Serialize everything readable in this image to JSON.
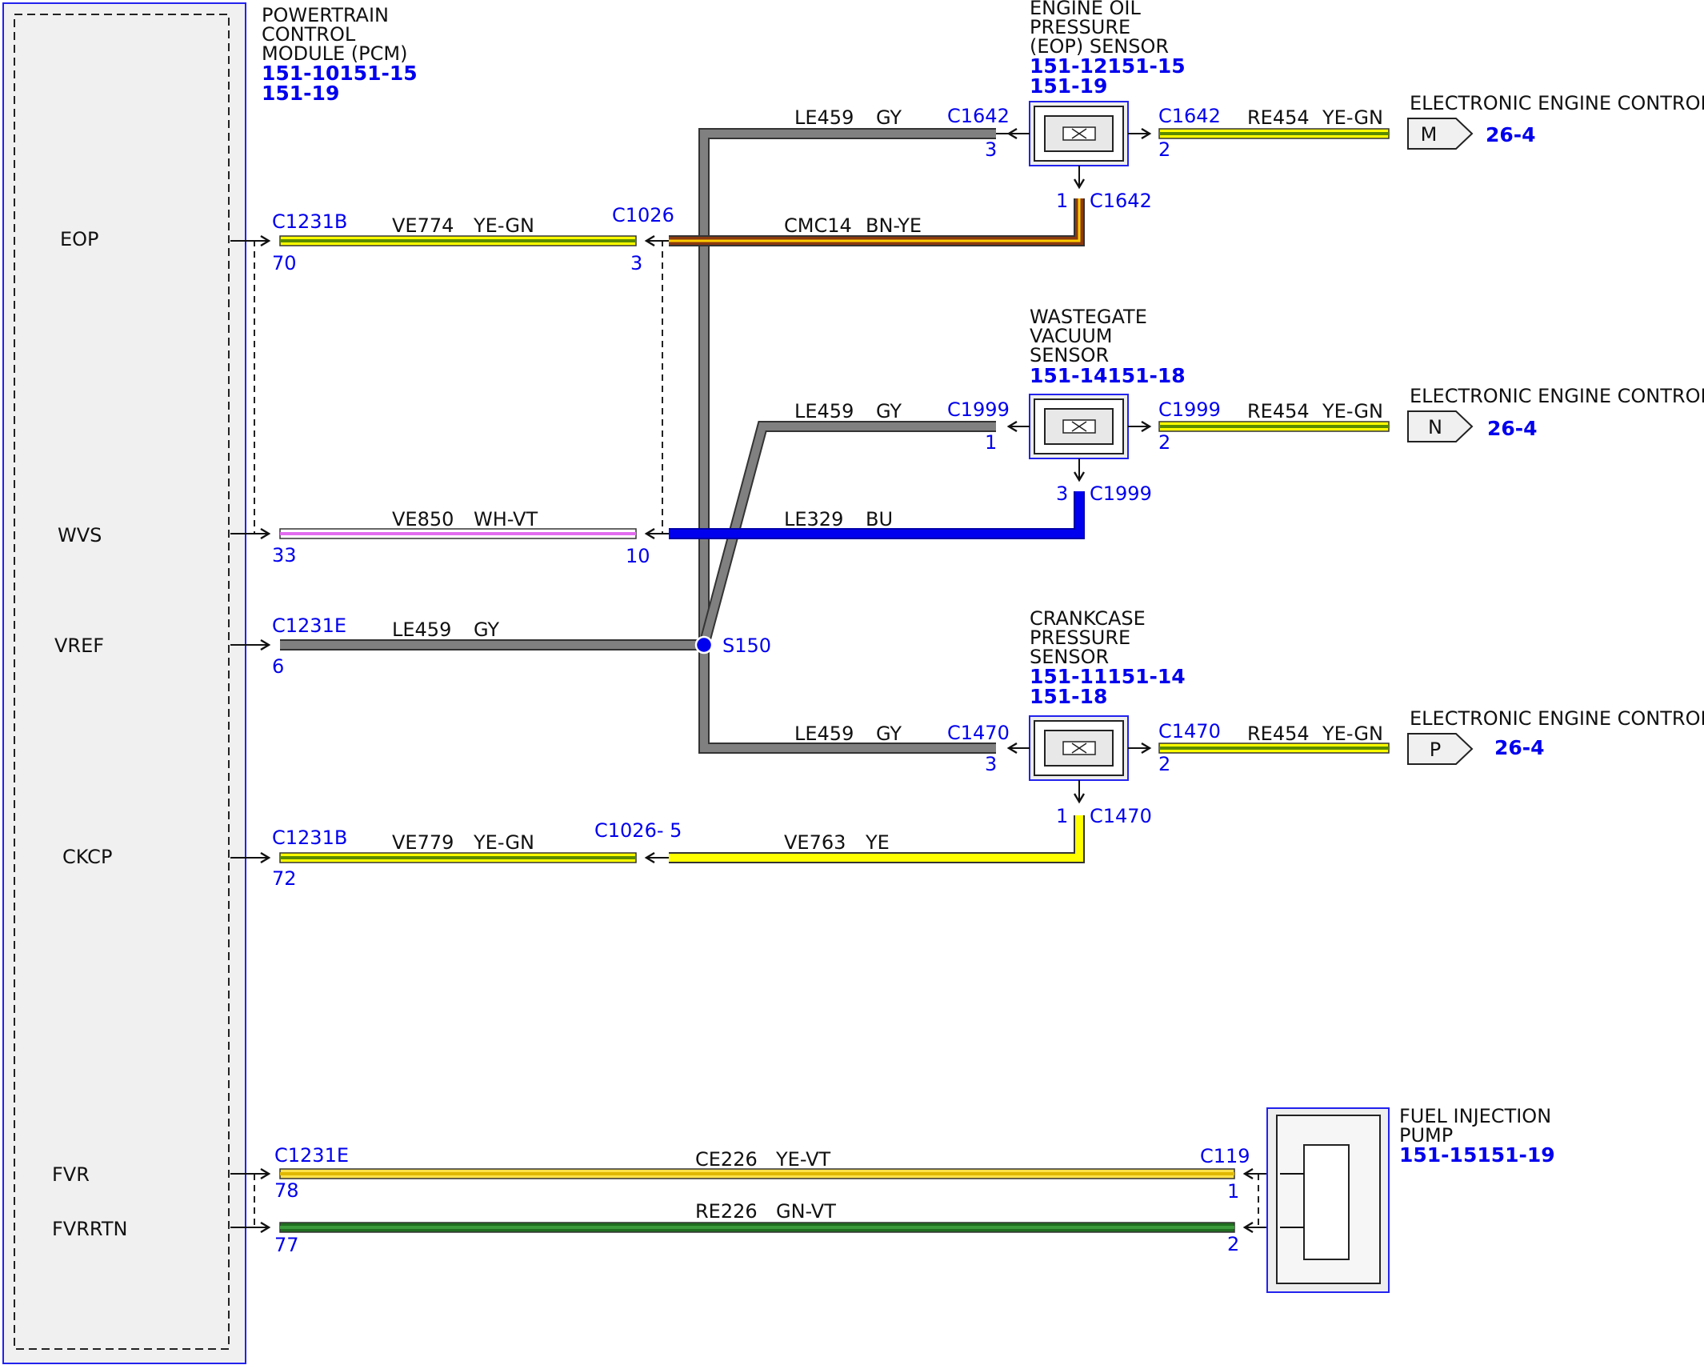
{
  "pcm": {
    "title": [
      "POWERTRAIN",
      "CONTROL",
      "MODULE (PCM)"
    ],
    "refs": [
      "151-10151-15",
      "151-19"
    ],
    "pins": [
      "EOP",
      "WVS",
      "VREF",
      "CKCP",
      "FVR",
      "FVRRTN"
    ]
  },
  "eop_circuit": {
    "conn_pcm": "C1231B",
    "pin_pcm": "70",
    "wire1": "VE774",
    "color1": "YE-GN",
    "conn_mid": "C1026",
    "pin_mid": "3",
    "wire2": "CMC14",
    "color2": "BN-YE"
  },
  "wvs_circuit": {
    "pin_pcm": "33",
    "wire1": "VE850",
    "color1": "WH-VT",
    "pin_mid": "10",
    "wire2": "LE329",
    "color2": "BU"
  },
  "vref_circuit": {
    "conn_pcm": "C1231E",
    "pin_pcm": "6",
    "wire": "LE459",
    "color": "GY",
    "splice": "S150"
  },
  "ckcp_circuit": {
    "conn_pcm": "C1231B",
    "pin_pcm": "72",
    "wire1": "VE779",
    "color1": "YE-GN",
    "conn_mid": "C1026- 5",
    "wire2": "VE763",
    "color2": "YE"
  },
  "fvr_circuit": {
    "conn_pcm": "C1231E",
    "fvr_pin": "78",
    "fvr_wire": "CE226",
    "fvr_color": "YE-VT",
    "fvrrtn_pin": "77",
    "fvrrtn_wire": "RE226",
    "fvrrtn_color": "GN-VT",
    "conn_pump": "C119",
    "pump_pin1": "1",
    "pump_pin2": "2"
  },
  "eop_sensor": {
    "title": [
      "ENGINE OIL",
      "PRESSURE",
      "(EOP) SENSOR"
    ],
    "refs": [
      "151-12151-15",
      "151-19"
    ],
    "conn": "C1642",
    "pin_left": "3",
    "pin_right": "2",
    "pin_bottom": "1",
    "wire_left": "LE459",
    "color_left": "GY",
    "wire_right": "RE454",
    "color_right": "YE-GN"
  },
  "wastegate_sensor": {
    "title": [
      "WASTEGATE",
      "VACUUM",
      "SENSOR"
    ],
    "refs": [
      "151-14151-18"
    ],
    "conn": "C1999",
    "pin_left": "1",
    "pin_right": "2",
    "pin_bottom": "3",
    "wire_left": "LE459",
    "color_left": "GY",
    "wire_right": "RE454",
    "color_right": "YE-GN"
  },
  "crankcase_sensor": {
    "title": [
      "CRANKCASE",
      "PRESSURE",
      "SENSOR"
    ],
    "refs": [
      "151-11151-14",
      "151-18"
    ],
    "conn": "C1470",
    "pin_left": "3",
    "pin_right": "2",
    "pin_bottom": "1",
    "wire_left": "LE459",
    "color_left": "GY",
    "wire_right": "RE454",
    "color_right": "YE-GN"
  },
  "fuel_pump": {
    "title": [
      "FUEL INJECTION",
      "PUMP"
    ],
    "refs": [
      "151-15151-19"
    ]
  },
  "eec_refs": [
    {
      "title": "ELECTRONIC ENGINE CONTROLS",
      "letter": "M",
      "page": "26-4"
    },
    {
      "title": "ELECTRONIC ENGINE CONTROLS",
      "letter": "N",
      "page": "26-4"
    },
    {
      "title": "ELECTRONIC ENGINE CONTROLS",
      "letter": "P",
      "page": "26-4"
    }
  ],
  "colors": {
    "gray_wire": "#808080",
    "blue_wire": "#0000ee",
    "yellow_wire": "#ffff00",
    "green_stripe": "#5a8a00",
    "brown_wire": "#8b3a0f",
    "dark_green_wire": "#1f6e1f",
    "pin_text": "#0000ee"
  }
}
